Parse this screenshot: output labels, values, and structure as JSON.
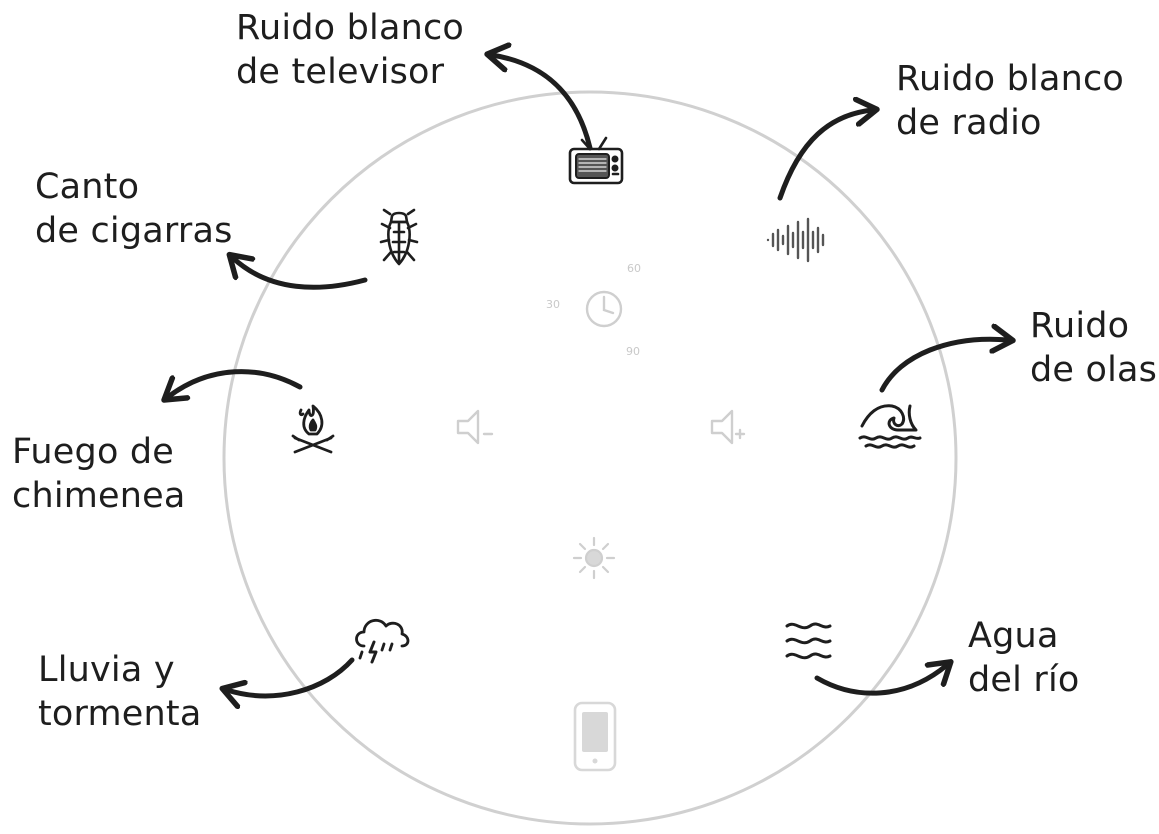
{
  "labels": {
    "tv_noise": {
      "line1": "Ruido blanco",
      "line2": "de televisor"
    },
    "radio_noise": {
      "line1": "Ruido blanco",
      "line2": "de radio"
    },
    "cicadas": {
      "line1": "Canto",
      "line2": "de cigarras"
    },
    "waves": {
      "line1": "Ruido",
      "line2": "de olas"
    },
    "fireplace": {
      "line1": "Fuego de",
      "line2": "chimenea"
    },
    "river": {
      "line1": "Agua",
      "line2": "del río"
    },
    "storm": {
      "line1": "Lluvia y",
      "line2": "tormenta"
    }
  },
  "timer": {
    "opt_30": "30",
    "opt_60": "60",
    "opt_90": "90"
  },
  "icons": {
    "tv": "tv-icon",
    "radio": "sound-wave-icon",
    "cicada": "cicada-icon",
    "waves": "ocean-wave-icon",
    "fire": "campfire-icon",
    "river": "river-water-icon",
    "storm": "storm-cloud-icon",
    "timer": "clock-icon",
    "volume_down": "volume-down-icon",
    "volume_up": "volume-up-icon",
    "brightness": "sun-icon",
    "phone": "phone-icon"
  },
  "colors": {
    "ink": "#1e1e1e",
    "ring": "#d0d0d0",
    "faint": "#c8c8c8"
  }
}
